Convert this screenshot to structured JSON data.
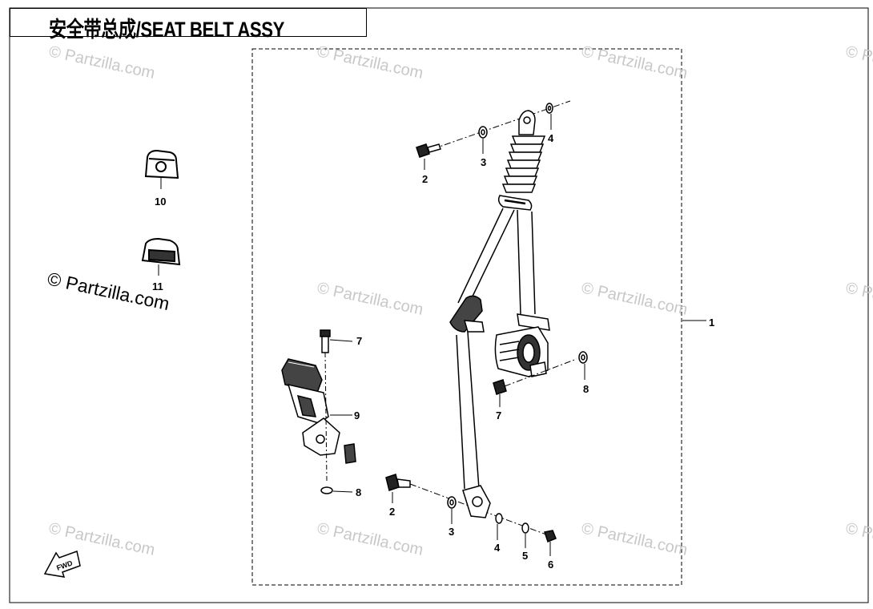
{
  "title": "安全带总成/SEAT BELT ASSY",
  "watermark": "© Partzilla.com",
  "fwd_label": "FWD",
  "callouts": {
    "c1": "1",
    "c2a": "2",
    "c2b": "2",
    "c3a": "3",
    "c3b": "3",
    "c4a": "4",
    "c4b": "4",
    "c5": "5",
    "c6": "6",
    "c7a": "7",
    "c7b": "7",
    "c8a": "8",
    "c8b": "8",
    "c9": "9",
    "c10": "10",
    "c11": "11"
  },
  "colors": {
    "line": "#000000",
    "watermark": "#c8c8c8"
  }
}
